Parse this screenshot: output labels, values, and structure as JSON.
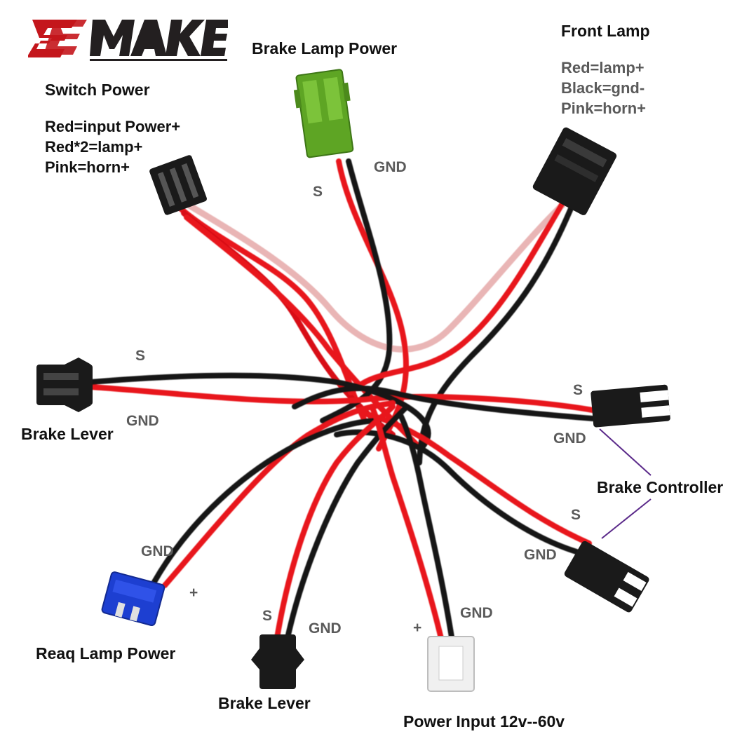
{
  "brand": {
    "logo_text": "ZEMAKE",
    "accent_color": "#c4161c",
    "text_color": "#231f20"
  },
  "labels": {
    "brake_lamp_power": "Brake Lamp Power",
    "switch_power": {
      "title": "Switch Power",
      "lines": [
        "Red=input Power+",
        "Red*2=lamp+",
        "Pink=horn+"
      ]
    },
    "front_lamp": {
      "title": "Front Lamp",
      "lines": [
        "Red=lamp+",
        "Black=gnd-",
        "Pink=horn+"
      ]
    },
    "brake_lever_left": "Brake Lever",
    "brake_lever_bottom": "Brake Lever",
    "brake_controller": "Brake Controller",
    "rear_lamp_power": "Reaq Lamp Power",
    "power_input": "Power Input 12v--60v"
  },
  "pin_labels": {
    "brake_lamp_s": "S",
    "brake_lamp_gnd": "GND",
    "lever_left_s": "S",
    "lever_left_gnd": "GND",
    "controller_top_s": "S",
    "controller_top_gnd": "GND",
    "controller_bottom_s": "S",
    "controller_bottom_gnd": "GND",
    "rear_lamp_gnd": "GND",
    "rear_lamp_plus": "+",
    "lever_bottom_s": "S",
    "lever_bottom_gnd": "GND",
    "power_plus": "+",
    "power_gnd": "GND"
  },
  "colors": {
    "red_wire": "#e8141c",
    "black_wire": "#141414",
    "pink_wire": "#f2c4c4",
    "green_connector": "#5ea524",
    "blue_connector": "#1d3fd1",
    "white_connector": "#f0f0f0",
    "black_connector": "#1a1a1a",
    "leader_line": "#5b2a8a"
  },
  "icons": {
    "connector_green": "green-jst-connector-icon",
    "connector_blue": "blue-jst-connector-icon",
    "connector_white": "white-jst-connector-icon",
    "connector_black": "black-sm-connector-icon"
  }
}
